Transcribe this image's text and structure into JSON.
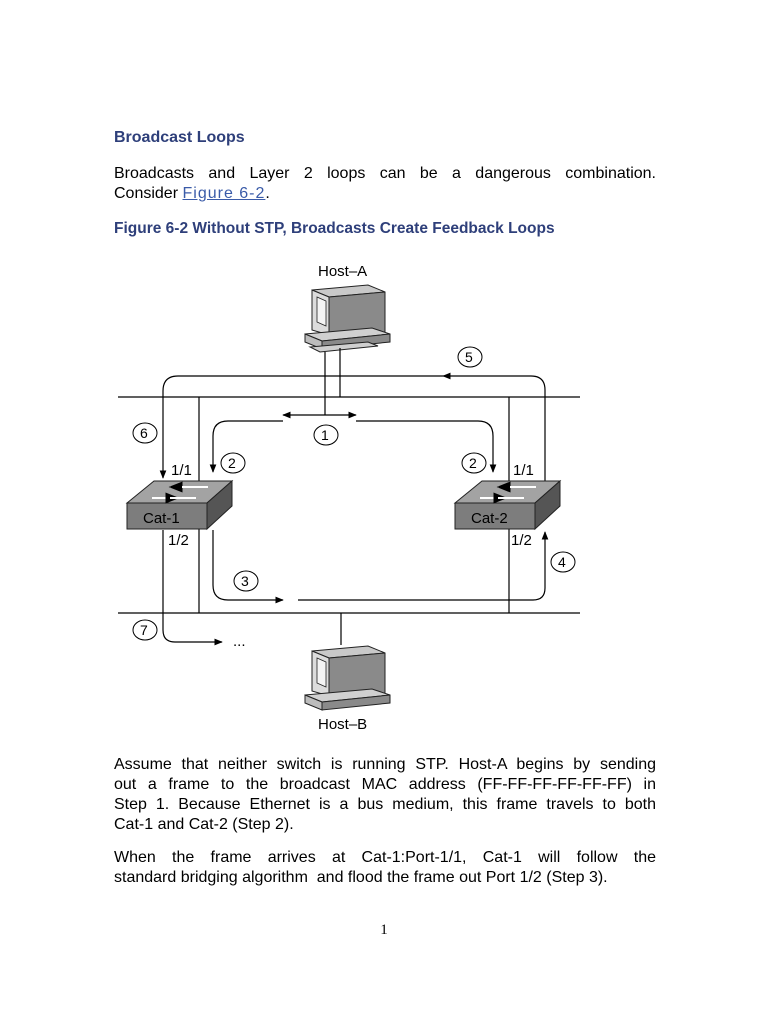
{
  "section_title": "Broadcast Loops",
  "intro": {
    "line1": "Broadcasts and Layer 2 loops can be a dangerous combination.",
    "line2_prefix": "Consider ",
    "link_text": "Figure 6-2",
    "line2_suffix": "."
  },
  "figure_caption": "Figure 6-2 Without STP, Broadcasts Create Feedback Loops",
  "diagram": {
    "host_a_label": "Host–A",
    "host_b_label": "Host–B",
    "switch_1_label": "Cat-1",
    "switch_2_label": "Cat-2",
    "port_1_1_left": "1/1",
    "port_1_2_left": "1/2",
    "port_1_1_right": "1/1",
    "port_1_2_right": "1/2",
    "steps": [
      "1",
      "2",
      "2",
      "3",
      "4",
      "5",
      "6",
      "7"
    ],
    "ellipsis": "..."
  },
  "paragraph_1": {
    "line1": "Assume that neither switch is running STP. Host-A begins by sending",
    "line2": "out a frame to the broadcast MAC address (FF-FF-FF-FF-FF-FF) in",
    "line3": "Step 1. Because Ethernet is a bus medium, this frame travels to both",
    "line4": "Cat-1 and Cat-2 (Step 2)."
  },
  "paragraph_2": {
    "line1": "When the frame arrives at Cat-1:Port-1/1, Cat-1 will follow the",
    "line2": "standard bridging algorithm  and flood the frame out Port 1/2 (Step 3)."
  },
  "page_number": "1",
  "colors": {
    "heading": "#2e3f7a",
    "link": "#3a5ba8",
    "switch_top": "#9a9a9a",
    "switch_front": "#7a7a7a"
  }
}
